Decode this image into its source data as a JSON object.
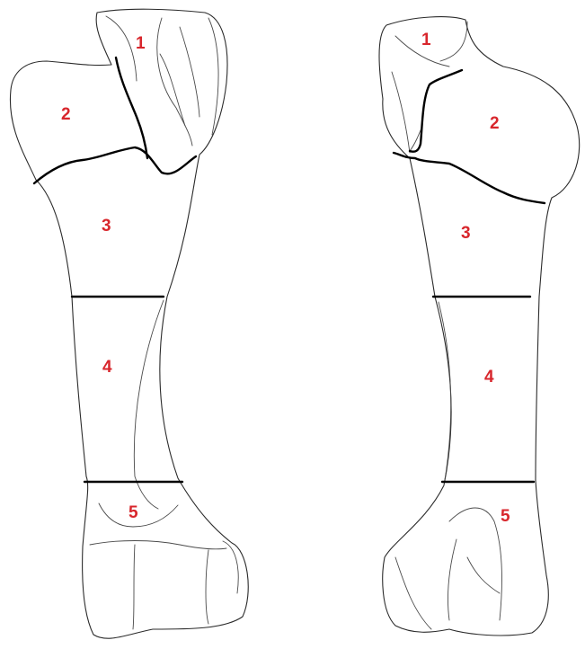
{
  "colors": {
    "label": "#d8262c",
    "outline": "#2b2b2b",
    "divider": "#000000"
  },
  "left_view": {
    "labels": {
      "r1": "1",
      "r2": "2",
      "r3": "3",
      "r4": "4",
      "r5": "5"
    }
  },
  "right_view": {
    "labels": {
      "r1": "1",
      "r2": "2",
      "r3": "3",
      "r4": "4",
      "r5": "5"
    }
  }
}
